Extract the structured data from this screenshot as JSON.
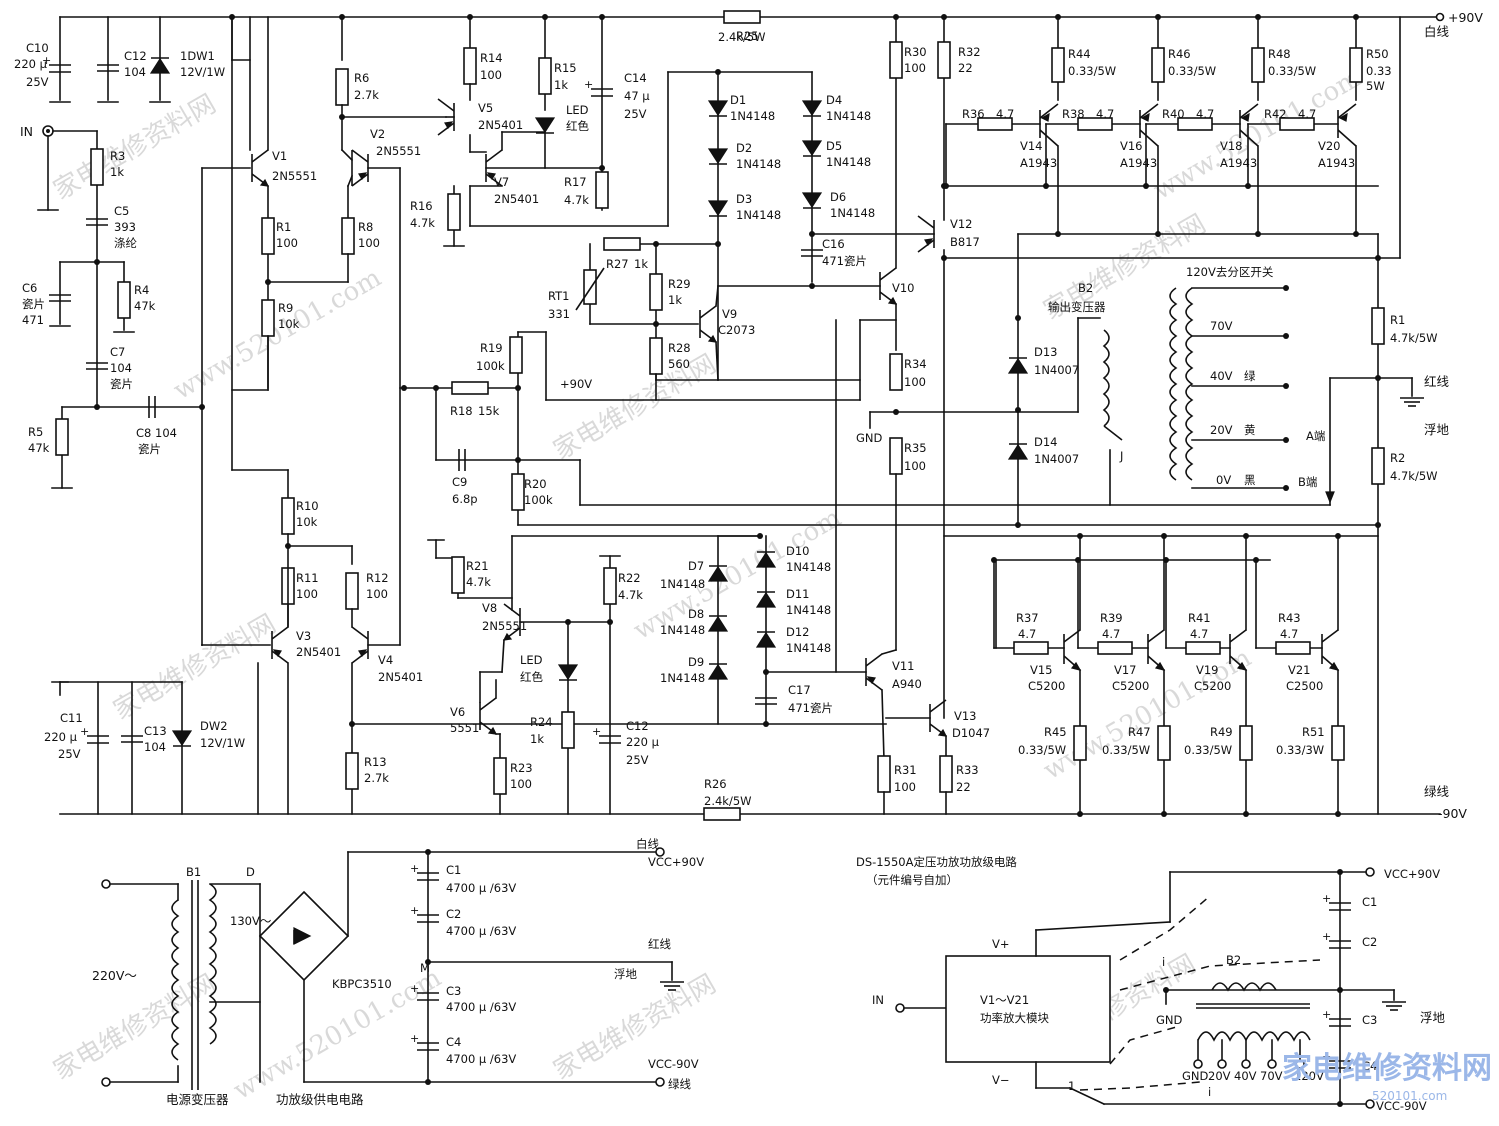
{
  "labels": {
    "plus90": "+90V",
    "white_top": "白线",
    "minus90": "-90V",
    "green_bottom": "绿线",
    "IN": "IN",
    "GND": "GND",
    "plus90_mid": "+90V",
    "C10": "C10",
    "C10v": "220 μ",
    "C10r": "25V",
    "C12a": "C12",
    "C12av": "104",
    "DW1": "1DW1",
    "DW1v": "12V/1W",
    "R3": "R3",
    "R3v": "1k",
    "C5": "C5",
    "C5v": "393",
    "C5t": "涤纶",
    "C6": "C6",
    "C6t": "瓷片",
    "C6v": "471",
    "R4": "R4",
    "R4v": "47k",
    "C7": "C7",
    "C7v": "104",
    "C7t": "瓷片",
    "R5": "R5",
    "R5v": "47k",
    "C8": "C8 104",
    "C8t": "瓷片",
    "V1": "V1",
    "V1t": "2N5551",
    "R1": "R1",
    "R1v": "100",
    "R9": "R9",
    "R9v": "10k",
    "R10": "R10",
    "R10v": "10k",
    "R11": "R11",
    "R11v": "100",
    "V3": "V3",
    "V3t": "2N5401",
    "R6": "R6",
    "R6v": "2.7k",
    "V2": "V2",
    "V2t": "2N5551",
    "R8": "R8",
    "R8v": "100",
    "R12": "R12",
    "R12v": "100",
    "V4": "V4",
    "V4t": "2N5401",
    "R13": "R13",
    "R13v": "2.7k",
    "C11": "C11",
    "C11v": "220 μ",
    "C11r": "25V",
    "C13": "C13",
    "C13v": "104",
    "DW2": "DW2",
    "DW2v": "12V/1W",
    "R14": "R14",
    "R14v": "100",
    "V5": "V5",
    "V5t": "2N5401",
    "R15": "R15",
    "R15v": "1k",
    "LED1": "LED",
    "LED1c": "红色",
    "C14": "C14",
    "C14v": "47 μ",
    "C14r": "25V",
    "V7": "V7",
    "V7t": "2N5401",
    "R17": "R17",
    "R17v": "4.7k",
    "R16": "R16",
    "R16v": "4.7k",
    "R25": "R25",
    "R25v": "2.4k/5W",
    "D1": "D1",
    "D2": "D2",
    "D3": "D3",
    "D4": "D4",
    "D5": "D5",
    "D6": "D6",
    "D1v": "1N4148",
    "C16": "C16",
    "C16v": "471瓷片",
    "R27": "R27",
    "R27v": "1k",
    "R29": "R29",
    "R29v": "1k",
    "RT1": "RT1",
    "RT1v": "331",
    "V9": "V9",
    "V9t": "C2073",
    "R28": "R28",
    "R28v": "560",
    "R19": "R19",
    "R19v": "100k",
    "R18": "R18",
    "R18v": "15k",
    "C9": "C9",
    "C9v": "6.8p",
    "R20": "R20",
    "R20v": "100k",
    "R21": "R21",
    "R21v": "4.7k",
    "V8": "V8",
    "V8t": "2N5551",
    "R22": "R22",
    "R22v": "4.7k",
    "LED2": "LED",
    "LED2c": "红色",
    "V6": "V6",
    "V6t": "5551",
    "R24": "R24",
    "R24v": "1k",
    "C12b": "C12",
    "C12bv": "220 μ",
    "C12br": "25V",
    "R23": "R23",
    "R23v": "100",
    "R26": "R26",
    "R26v": "2.4k/5W",
    "D7": "D7",
    "D8": "D8",
    "D9": "D9",
    "D10": "D10",
    "D11": "D11",
    "D12": "D12",
    "C17": "C17",
    "C17v": "471瓷片",
    "R30": "R30",
    "R30v": "100",
    "R32": "R32",
    "R32v": "22",
    "V10": "V10",
    "R34": "R34",
    "R34v": "100",
    "R35": "R35",
    "R35v": "100",
    "V12": "V12",
    "V12t": "B817",
    "V11": "V11",
    "V11t": "A940",
    "V13": "V13",
    "V13t": "D1047",
    "R31": "R31",
    "R31v": "100",
    "R33": "R33",
    "R33v": "22",
    "R44": "R44",
    "R46": "R46",
    "R48": "R48",
    "R44v": "0.33/5W",
    "R50": "R50",
    "R50v": "0.33",
    "R50w": "5W",
    "R36": "R36",
    "R38": "R38",
    "R40": "R40",
    "R42": "R42",
    "Rbv": "4.7",
    "V14": "V14",
    "V16": "V16",
    "V18": "V18",
    "V20": "V20",
    "A1943": "A1943",
    "R37": "R37",
    "R39": "R39",
    "R41": "R41",
    "R43": "R43",
    "V15": "V15",
    "V17": "V17",
    "V19": "V19",
    "V21": "V21",
    "C5200": "C5200",
    "C2500": "C2500",
    "R45": "R45",
    "R47": "R47",
    "R49": "R49",
    "R51": "R51",
    "R51v": "0.33/3W",
    "D13": "D13",
    "D14": "D14",
    "D13v": "1N4007",
    "B2": "B2",
    "B2t": "输出变压器",
    "zone": "120V去分区开关",
    "t70": "70V",
    "t40": "40V",
    "t20": "20V",
    "t0": "0V",
    "green": "绿",
    "yellow": "黄",
    "black": "黑",
    "Aend": "A端",
    "Bend": "B端",
    "J": "J",
    "Rr1": "R1",
    "Rr1v": "4.7k/5W",
    "Rr2": "R2",
    "Rr2v": "4.7k/5W",
    "red_wire": "红线",
    "float_gnd": "浮地",
    "B1": "B1",
    "D": "D",
    "v220": "220V～",
    "v130": "130V～",
    "KBPC": "KBPC3510",
    "C1": "C1",
    "C2": "C2",
    "C3": "C3",
    "C4": "C4",
    "C1v": "4700 μ /63V",
    "M": "M",
    "white2": "白线",
    "vcc90": "VCC+90V",
    "red2": "红线",
    "float2": "浮地",
    "vccm90": "VCC-90V",
    "green2": "绿线",
    "pt": "电源变压器",
    "psu": "功放级供电电路",
    "caption1": "DS-1550A定压功放功放级电路",
    "caption2": "（元件编号自加）",
    "mod_in": "IN",
    "vplus": "V+",
    "vminus": "V−",
    "mod1": "V1～V21",
    "mod2": "功率放大模块",
    "bl_vcc": "VCC+90V",
    "bl_vccm": "VCC-90V",
    "bl_gnd": "GND",
    "bl_float": "浮地",
    "bl_B2": "B2",
    "bl_C1": "C1",
    "bl_C2": "C2",
    "bl_C3": "C3",
    "bl_C4": "C4",
    "bl_i1": "i",
    "bl_i2": "i",
    "bl_i3": "1",
    "taps": [
      "GND",
      "20V",
      "40V",
      "70V",
      "120V"
    ],
    "watermark": "家电维修资料网",
    "wm_url": "www.520101.com",
    "logo": "家电维修资料网",
    "logo_url": "520101.com"
  }
}
